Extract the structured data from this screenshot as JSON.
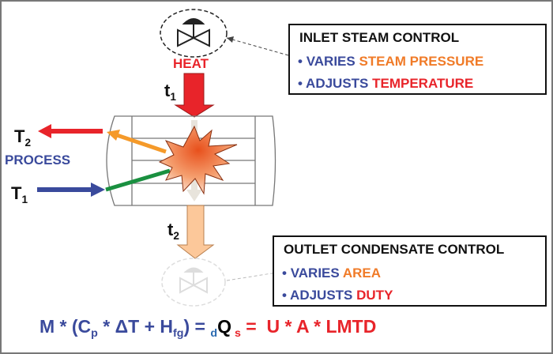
{
  "heat_label": "HEAT",
  "t1": "t",
  "t1_sub": "1",
  "t2": "t",
  "t2_sub": "2",
  "T2": "T",
  "T2_sub": "2",
  "T1": "T",
  "T1_sub": "1",
  "process_label": "PROCESS",
  "inlet": {
    "title": "INLET STEAM CONTROL",
    "bullets": [
      {
        "verb": "VARIES ",
        "obj": "STEAM PRESSURE"
      },
      {
        "verb": "ADJUSTS ",
        "obj": "TEMPERATURE"
      }
    ]
  },
  "outlet": {
    "title": "OUTLET CONDENSATE CONTROL",
    "bullets": [
      {
        "verb": "VARIES ",
        "obj": "AREA"
      },
      {
        "verb": "ADJUSTS ",
        "obj": "DUTY"
      }
    ]
  },
  "equation": {
    "lhs_a": "M * (C",
    "lhs_p": "p",
    "lhs_b": " * ΔT + H",
    "lhs_fg": "fg",
    "lhs_c": ")",
    "eq1": " = ",
    "d": "d",
    "Q": "Q",
    "s": " s",
    "eq2": " =  ",
    "rhs": "U * A * LMTD"
  },
  "colors": {
    "blue": "#3a4a9c",
    "red": "#e8242a",
    "orange": "#f07b28",
    "green": "#1a9040"
  }
}
